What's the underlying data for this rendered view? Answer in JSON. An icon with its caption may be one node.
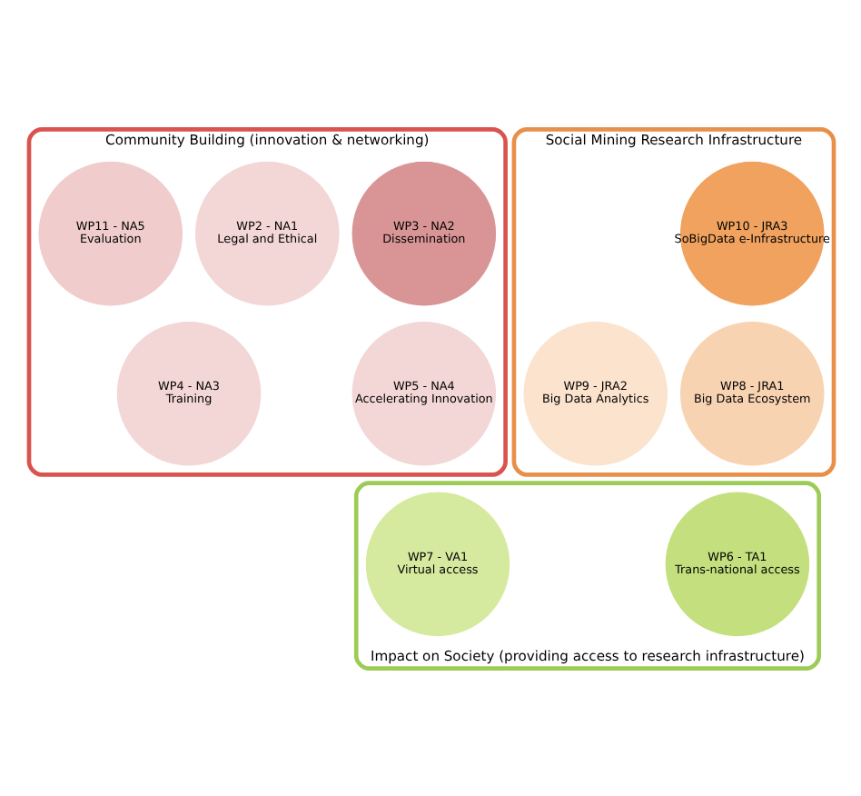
{
  "diagram": {
    "nodes": [
      {
        "text": [
          "Community Building (innovation & networking)"
        ]
      },
      {
        "text": [
          "WP3 - NA2",
          "Dissemination"
        ],
        "in": 0
      },
      {
        "text": [
          "WP2 - NA1",
          "Legal and Ethical"
        ],
        "in": 0
      },
      {
        "text": [
          "WP5 - NA4",
          "Accelerating Innovation"
        ],
        "in": 0
      },
      {
        "text": [
          "WP4 - NA3",
          "Training"
        ],
        "in": 0
      },
      {
        "text": [
          "WP11 - NA5",
          "Evaluation"
        ],
        "in": 0
      },
      {
        "text": [
          "Social Mining Research Infrastructure"
        ]
      },
      {
        "text": [
          "WP10 - JRA3",
          "SoBigData e-Infrastructure"
        ],
        "in": 6
      },
      {
        "text": [
          "WP8 - JRA1",
          "Big Data Ecosystem"
        ],
        "in": 6
      },
      {
        "text": [
          "WP9 - JRA2",
          "Big Data Analytics"
        ],
        "in": 6
      },
      {
        "text": [
          "Impact on Society (providing access to research infrastructure)"
        ]
      },
      {
        "text": [
          "WP7 - VA1",
          "Virtual access"
        ],
        "in": 10
      },
      {
        "text": [
          "WP6 - TA1",
          "Trans-national access"
        ],
        "in": 10
      }
    ]
  }
}
